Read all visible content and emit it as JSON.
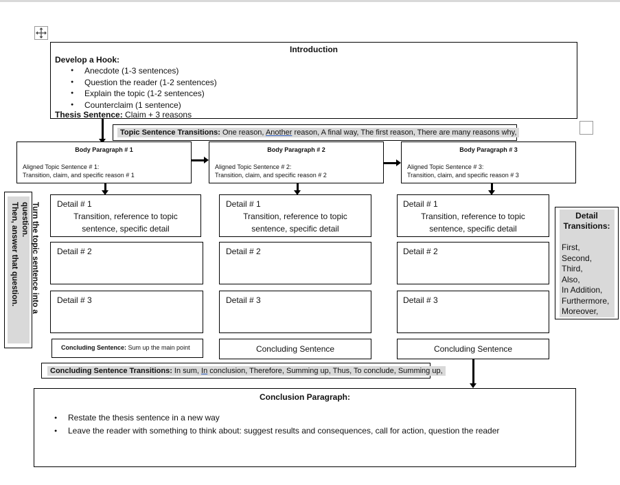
{
  "intro": {
    "title": "Introduction",
    "hook_label": "Develop a Hook:",
    "hooks": [
      "Anecdote (1-3 sentences)",
      "Question the reader (1-2 sentences)",
      "Explain the topic (1-2 sentences)",
      "Counterclaim (1 sentence)"
    ],
    "thesis_label": "Thesis Sentence:",
    "thesis_text": " Claim + 3 reasons"
  },
  "topic_transitions": {
    "label": "Topic Sentence Transitions:",
    "pre": " One reason, ",
    "underlined": "Another",
    "post": " reason, A final way, The first reason, There are many reasons why,"
  },
  "body_paragraphs": [
    {
      "title": "Body Paragraph # 1",
      "line1": "Aligned Topic Sentence # 1:",
      "line2": "Transition, claim, and specific reason # 1"
    },
    {
      "title": "Body Paragraph # 2",
      "line1": "Aligned Topic Sentence # 2:",
      "line2": "Transition, claim, and specific reason # 2"
    },
    {
      "title": "Body Paragraph # 3",
      "line1": "Aligned Topic Sentence # 3:",
      "line2": "Transition, claim, and specific reason # 3"
    }
  ],
  "detail1": {
    "label": "Detail # 1",
    "text1": "Transition, reference to topic",
    "text2": "sentence, specific detail"
  },
  "detail2": {
    "label": "Detail # 2"
  },
  "detail3": {
    "label": "Detail # 3"
  },
  "concluding": {
    "first_label": "Concluding Sentence:",
    "first_text": " Sum up the main point",
    "other": "Concluding Sentence"
  },
  "side_left": {
    "line1": "Turn the topic sentence into a question.",
    "line2": "Then, answer that question."
  },
  "detail_transitions": {
    "title1": "Detail",
    "title2": "Transitions:",
    "items": [
      "First,",
      "Second,",
      "Third,",
      "Also,",
      "In Addition,",
      "Furthermore,",
      "Moreover,"
    ]
  },
  "concluding_transitions": {
    "label": "Concluding Sentence Transitions:",
    "pre": " In sum, ",
    "underlined": "In",
    "post": " conclusion, Therefore, Summing up, Thus, To conclude, Summing up,"
  },
  "conclusion": {
    "title": "Conclusion Paragraph:",
    "items": [
      "Restate the thesis sentence in a new way",
      "Leave the reader with something to think about: suggest results and consequences, call for action, question the reader"
    ]
  },
  "icons": {
    "move": "move-handle-icon",
    "checkbox": "checkbox-icon"
  }
}
